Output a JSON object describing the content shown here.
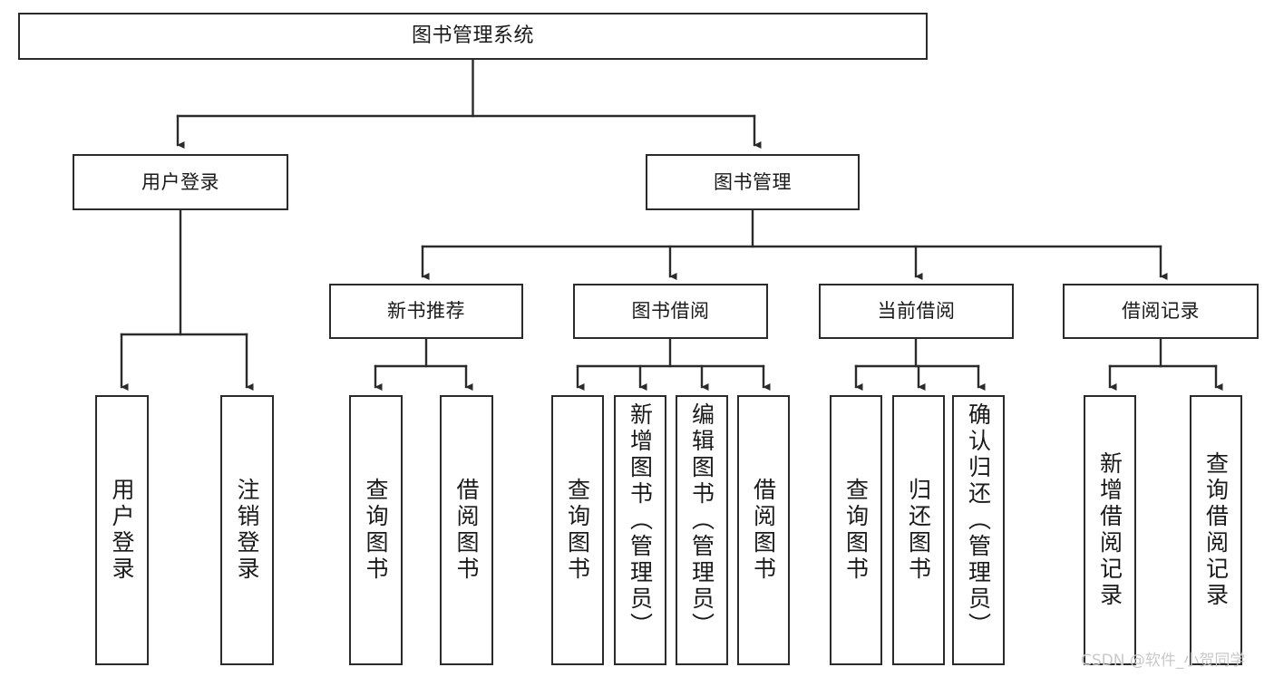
{
  "diagram": {
    "type": "tree",
    "title": "图书管理系统",
    "orientation": "top-down",
    "colors": {
      "box_border": "#2b2b2b",
      "box_fill": "#ffffff",
      "connector": "#2b2b2b",
      "text": "#1a1a1a",
      "watermark": "#c9c9c9",
      "background": "#ffffff"
    },
    "root": {
      "label": "图书管理系统"
    },
    "level2": [
      {
        "label": "用户登录"
      },
      {
        "label": "图书管理"
      }
    ],
    "level3": [
      {
        "label": "新书推荐"
      },
      {
        "label": "图书借阅"
      },
      {
        "label": "当前借阅"
      },
      {
        "label": "借阅记录"
      }
    ],
    "leaves": {
      "user_login": [
        {
          "label": "用户登录"
        },
        {
          "label": "注销登录"
        }
      ],
      "new_book": [
        {
          "label": "查询图书"
        },
        {
          "label": "借阅图书"
        }
      ],
      "book_borrow": [
        {
          "label": "查询图书"
        },
        {
          "label": "新增图书（管理员）"
        },
        {
          "label": "编辑图书（管理员）"
        },
        {
          "label": "借阅图书"
        }
      ],
      "current_borrow": [
        {
          "label": "查询图书"
        },
        {
          "label": "归还图书"
        },
        {
          "label": "确认归还（管理员）"
        }
      ],
      "borrow_record": [
        {
          "label": "新增借阅记录"
        },
        {
          "label": "查询借阅记录"
        }
      ]
    }
  },
  "watermark": {
    "text": "CSDN @软件_小贺同学"
  }
}
